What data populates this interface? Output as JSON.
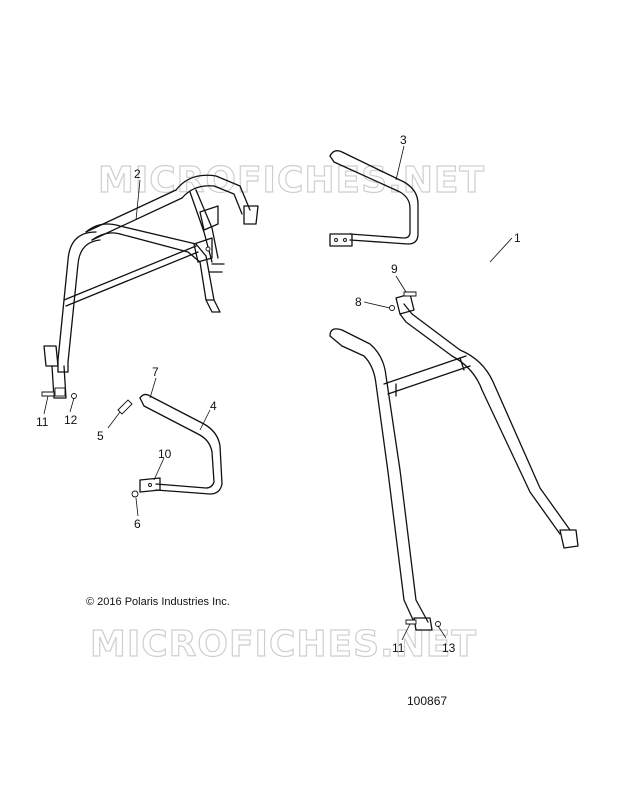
{
  "watermark": "MICROFICHES.NET",
  "copyright": "© 2016 Polaris Industries Inc.",
  "document_number": "100867",
  "callouts": {
    "c1": "1",
    "c2": "2",
    "c3": "3",
    "c4": "4",
    "c5": "5",
    "c6": "6",
    "c7": "7",
    "c8": "8",
    "c9": "9",
    "c10": "10",
    "c11a": "11",
    "c11b": "11",
    "c12": "12",
    "c13": "13"
  }
}
